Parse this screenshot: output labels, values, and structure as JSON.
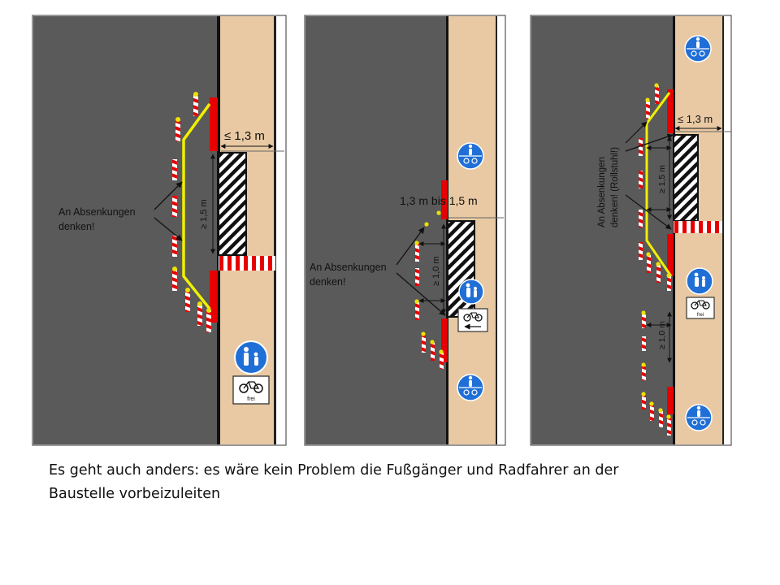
{
  "colors": {
    "asphalt": "#5a5a5a",
    "sidewalk": "#e8c9a3",
    "barrier": "#e60000",
    "guide_line": "#f0f000",
    "sign_blue": "#1f6fd6"
  },
  "panels": [
    {
      "labels": {
        "dim_width": "≤ 1,3 m",
        "dim_gap": "≥ 1,5 m",
        "note_line1": "An Absenkungen",
        "note_line2": "denken!"
      },
      "signs": {
        "bike_plate_text": "frei",
        "icons": [
          "pedestrian-sign-icon",
          "bicycle-plate-icon"
        ]
      }
    },
    {
      "labels": {
        "dim_width": "1,3 m bis 1,5 m",
        "dim_gap": "≥ 1,0 m",
        "note_line1": "An Absenkungen",
        "note_line2": "denken!"
      },
      "signs": {
        "icons": [
          "shared-path-sign-icon",
          "pedestrian-sign-icon",
          "bicycle-plate-icon"
        ]
      }
    },
    {
      "labels": {
        "dim_width": "≤ 1,3 m",
        "dim_gap": "≥ 1,5 m",
        "dim_gap2": "≥ 1,0 m",
        "note_line1": "An Absenkungen",
        "note_line2": "denken! (Rollstuhl!)"
      },
      "signs": {
        "bike_plate_text": "frei",
        "icons": [
          "shared-path-sign-icon",
          "pedestrian-sign-icon",
          "bicycle-plate-icon"
        ]
      }
    }
  ],
  "caption": {
    "line1": "Es geht auch anders: es wäre kein Problem die Fußgänger und Radfahrer an der",
    "line2": "Baustelle vorbeizuleiten"
  }
}
